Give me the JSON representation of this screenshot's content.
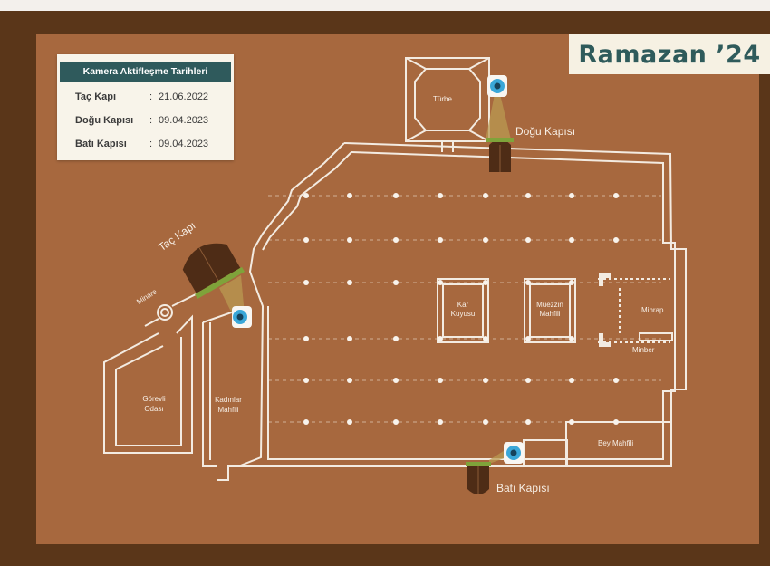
{
  "brand": "Ramazan ’24",
  "legend": {
    "title": "Kamera Aktifleşme Tarihleri",
    "rows": [
      {
        "door": "Taç Kapı",
        "sep": ":",
        "date": "21.06.2022"
      },
      {
        "door": "Doğu Kapısı",
        "sep": ":",
        "date": "09.04.2023"
      },
      {
        "door": "Batı Kapısı",
        "sep": ":",
        "date": "09.04.2023"
      }
    ]
  },
  "rooms": {
    "turbe": "Türbe",
    "kar_kuyusu_1": "Kar",
    "kar_kuyusu_2": "Kuyusu",
    "muezzin_1": "Müezzin",
    "muezzin_2": "Mahfili",
    "mihrap": "Mihrap",
    "minber": "Minber",
    "gorevli_1": "Görevli",
    "gorevli_2": "Odası",
    "kadinlar_1": "Kadınlar",
    "kadinlar_2": "Mahfili",
    "bey_mahfili": "Bey Mahfili",
    "minare": "Minare"
  },
  "doors": {
    "tac": "Taç Kapı",
    "dogu": "Doğu Kapısı",
    "bati": "Batı Kapısı"
  },
  "colors": {
    "background": "#a7683e",
    "frame": "#5a3619",
    "plan_lines": "#f3ebe1",
    "camera": "#3aa7d8",
    "coverage": "#7fa33a",
    "door": "#4e2c16",
    "accent": "#2f5a5c"
  },
  "icons": [
    "camera-icon",
    "door-arch-icon"
  ]
}
